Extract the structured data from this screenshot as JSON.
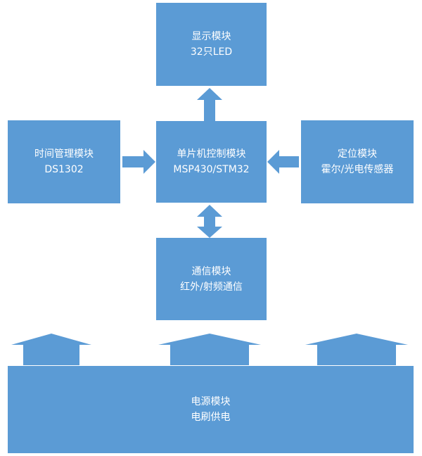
{
  "modules": {
    "display": {
      "title": "显示模块",
      "detail": "32只LED"
    },
    "time": {
      "title": "时间管理模块",
      "detail": "DS1302"
    },
    "mcu": {
      "title": "单片机控制模块",
      "detail": "MSP430/STM32"
    },
    "positioning": {
      "title": "定位模块",
      "detail": "霍尔/光电传感器"
    },
    "communication": {
      "title": "通信模块",
      "detail": "红外/射频通信"
    },
    "power": {
      "title": "电源模块",
      "detail": "电刷供电"
    }
  },
  "colors": {
    "block": "#5b9bd5",
    "text": "#ffffff"
  }
}
